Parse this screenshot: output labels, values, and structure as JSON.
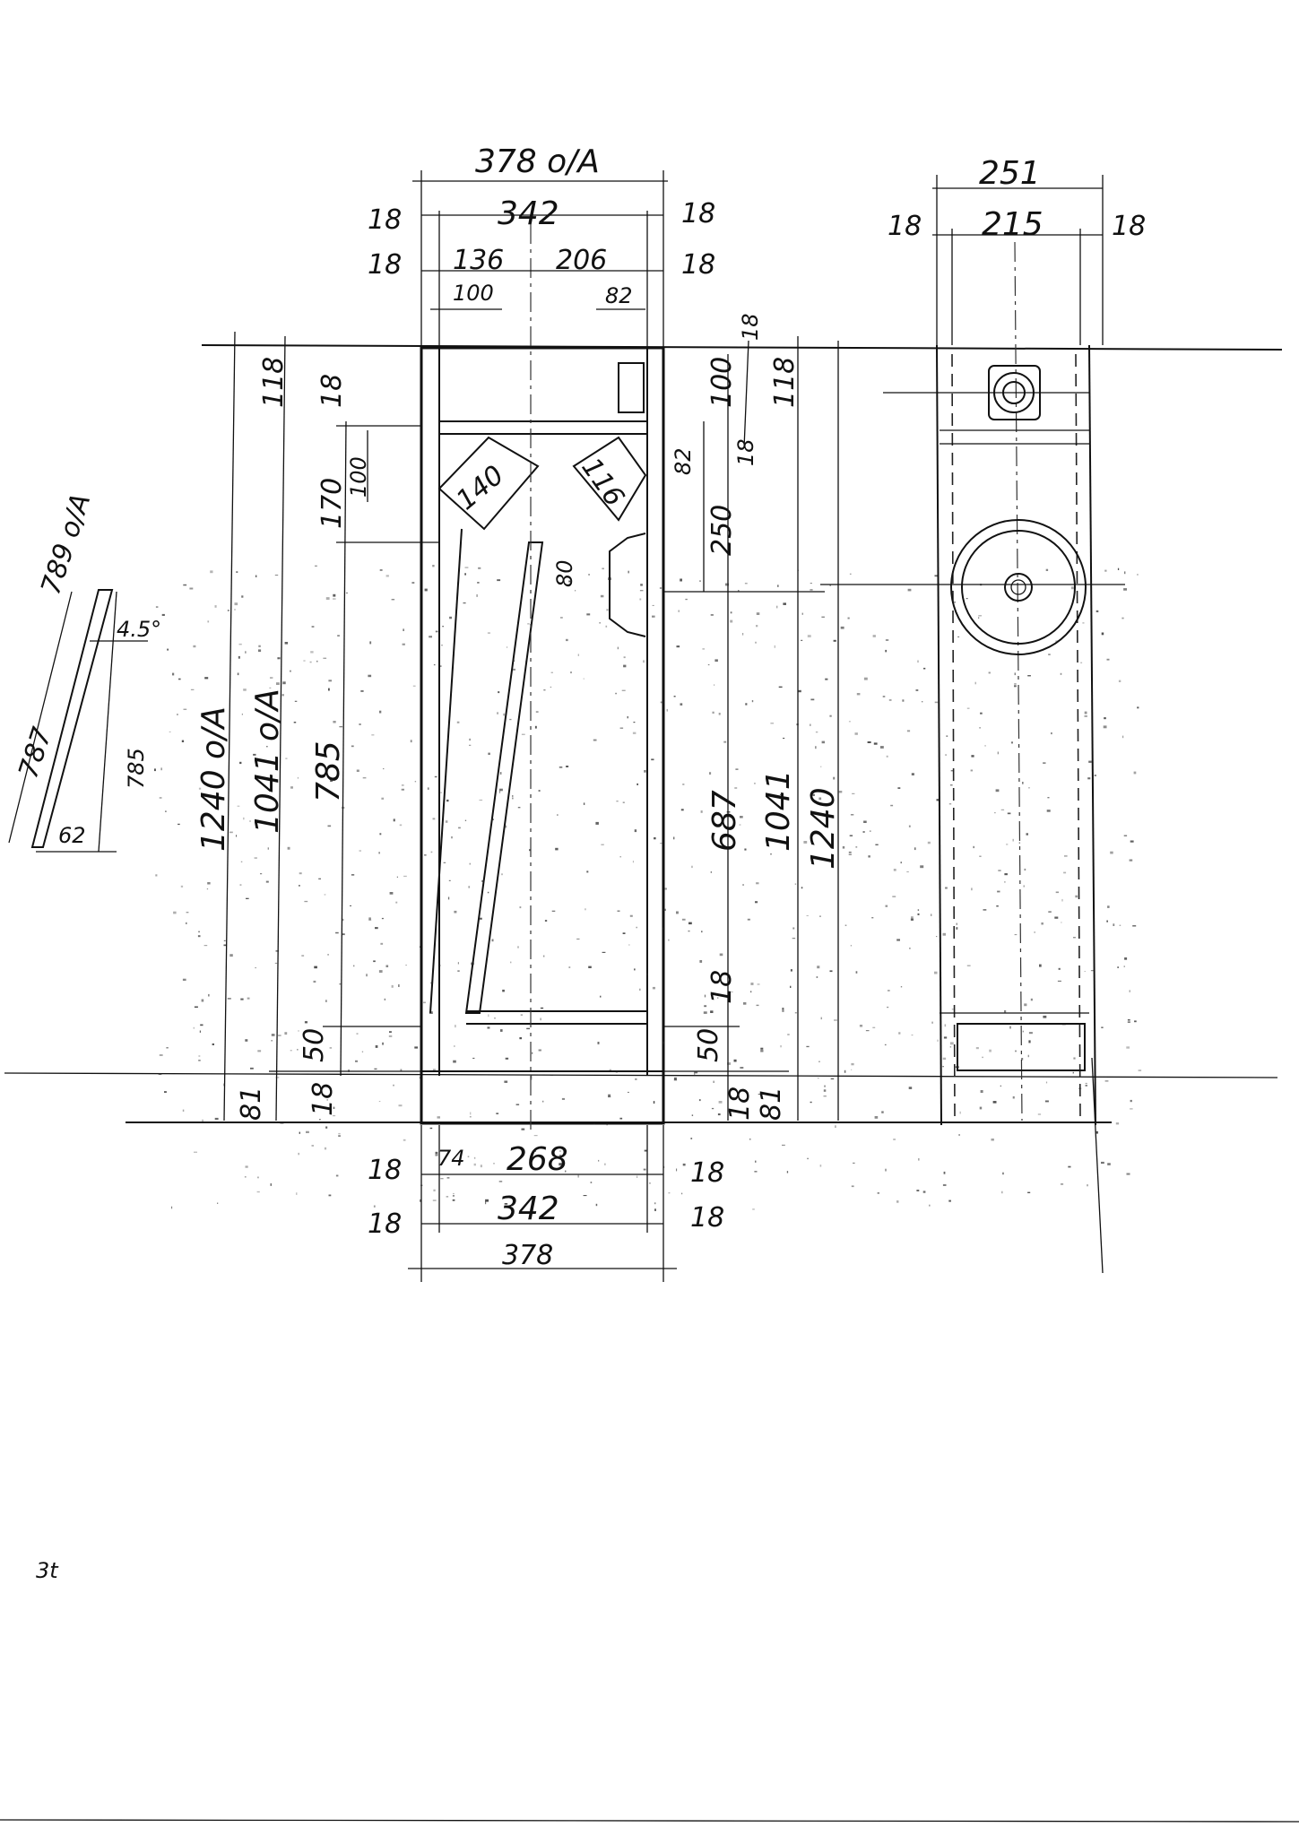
{
  "drawing": {
    "front": {
      "overall_width": "378 o/A",
      "inner_width": "342",
      "top_left_wall": "18",
      "top_right_wall": "18",
      "inner_left_wall": "18",
      "inner_right_wall": "18",
      "left_section": "136",
      "right_section": "206",
      "offset_left": "100",
      "offset_right": "82",
      "brace_diag_left": "140",
      "brace_diag_right": "116",
      "left_top_height": "118",
      "left_top_panel": "18",
      "left_170": "170",
      "left_100": "100",
      "left_height_overall": "1240 o/A",
      "left_height_1041": "1041 o/A",
      "left_785": "785",
      "left_50": "50",
      "left_81": "81",
      "left_18_bottom": "18",
      "right_top_18": "18",
      "right_top_100": "100",
      "right_top_118": "118",
      "right_18b": "18",
      "right_82": "82",
      "right_250": "250",
      "right_80": "80",
      "right_687": "687",
      "right_1041": "1041",
      "right_1240": "1240",
      "right_18_mid": "18",
      "right_50": "50",
      "right_18_bottom": "18",
      "right_81": "81",
      "bottom_left_18a": "18",
      "bottom_74": "74",
      "bottom_268": "268",
      "bottom_right_18a": "18",
      "bottom_left_18b": "18",
      "bottom_342": "342",
      "bottom_right_18b": "18",
      "bottom_378": "378"
    },
    "side": {
      "overall_depth": "251",
      "inner_depth": "215",
      "wall_left": "18",
      "wall_right": "18"
    },
    "panel_detail": {
      "long_edge": "789 o/A",
      "short_edge": "787",
      "height": "785",
      "angle": "4.5°",
      "width": "62"
    },
    "page_number": "3t"
  }
}
